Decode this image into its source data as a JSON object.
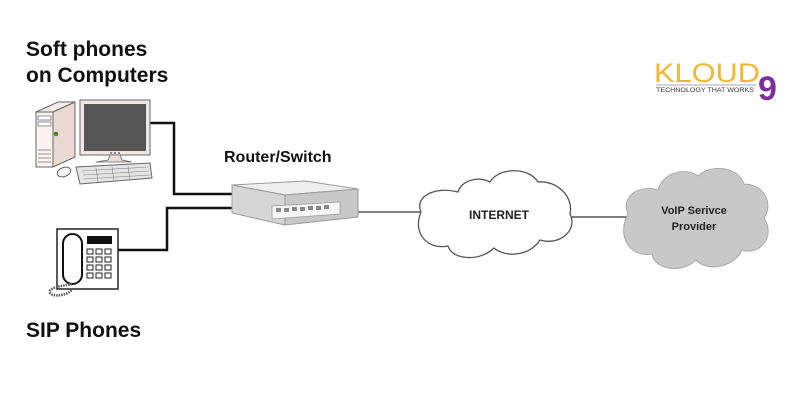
{
  "labels": {
    "soft_phones_line1": "Soft phones",
    "soft_phones_line2": "on Computers",
    "sip_phones": "SIP Phones",
    "router_switch": "Router/Switch",
    "internet": "INTERNET",
    "voip_line1": "VoIP Serivce",
    "voip_line2": "Provider"
  },
  "logo": {
    "brand": "KLOUD",
    "digit": "9",
    "tagline": "TECHNOLOGY THAT WORKS",
    "brand_color": "#f2b632",
    "digit_color": "#7b2fa0"
  },
  "nodes": [
    {
      "id": "computer",
      "icon": "desktop-computer-icon"
    },
    {
      "id": "sip-phone",
      "icon": "desk-phone-icon"
    },
    {
      "id": "router",
      "icon": "router-switch-icon"
    },
    {
      "id": "internet",
      "icon": "cloud-icon"
    },
    {
      "id": "provider",
      "icon": "cloud-icon"
    }
  ],
  "colors": {
    "line": "#111111",
    "thin_line": "#555555",
    "provider_cloud": "#c8c8c8",
    "internet_cloud": "#ffffff"
  }
}
